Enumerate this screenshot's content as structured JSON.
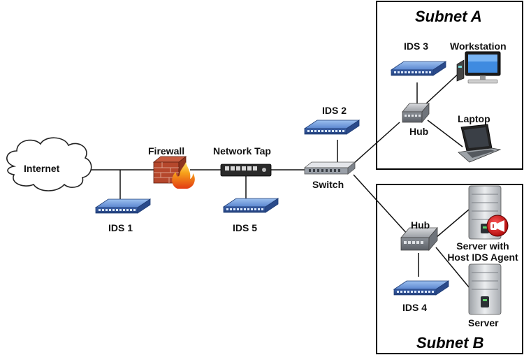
{
  "labels": {
    "internet": "Internet",
    "firewall": "Firewall",
    "network_tap": "Network Tap",
    "ids1": "IDS 1",
    "ids2": "IDS 2",
    "ids3": "IDS 3",
    "ids4": "IDS 4",
    "ids5": "IDS 5",
    "switch": "Switch",
    "hub_a": "Hub",
    "hub_b": "Hub",
    "workstation": "Workstation",
    "laptop": "Laptop",
    "server_agent_line1": "Server with",
    "server_agent_line2": "Host IDS Agent",
    "server": "Server"
  },
  "subnets": {
    "a": "Subnet A",
    "b": "Subnet B"
  },
  "colors": {
    "ids_device": "#4a78c8",
    "hub_device": "#8a8f96",
    "firewall_brick": "#b5472c",
    "flame": "#f39a1e",
    "agent_badge": "#d01818",
    "line": "#111111"
  }
}
